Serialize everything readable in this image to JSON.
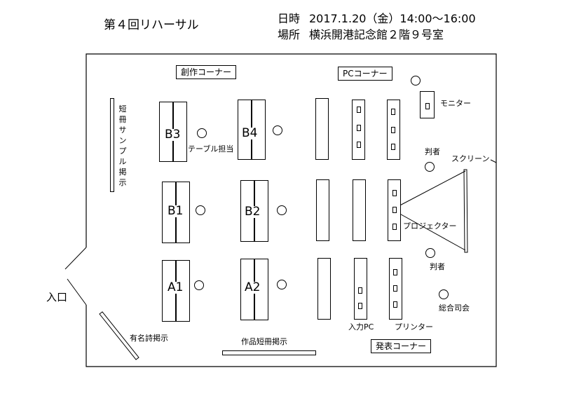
{
  "header": {
    "title": "第４回リハーサル",
    "date_label": "日時",
    "date_value": "2017.1.20（金）14:00～16:00",
    "place_label": "場所",
    "place_value": "横浜開港記念館２階９号室"
  },
  "zones": {
    "creation_corner": "創作コーナー",
    "pc_corner": "PCコーナー",
    "presentation_corner": "発表コーナー"
  },
  "tables": {
    "b3": "B3",
    "b4": "B4",
    "b1": "B1",
    "b2": "B2",
    "a1": "A1",
    "a2": "A2"
  },
  "labels": {
    "table_staff": "テーブル担当",
    "tanzaku_sample": "短冊サンプル掲示",
    "entrance": "入口",
    "famous_poems": "有名詩掲示",
    "work_tanzaku": "作品短冊掲示",
    "monitor": "モニター",
    "judge_top": "判者",
    "judge_bottom": "判者",
    "screen": "スクリーン",
    "projector": "プロジェクター",
    "input_pc": "入力PC",
    "printer": "プリンター",
    "mc": "総合司会"
  }
}
